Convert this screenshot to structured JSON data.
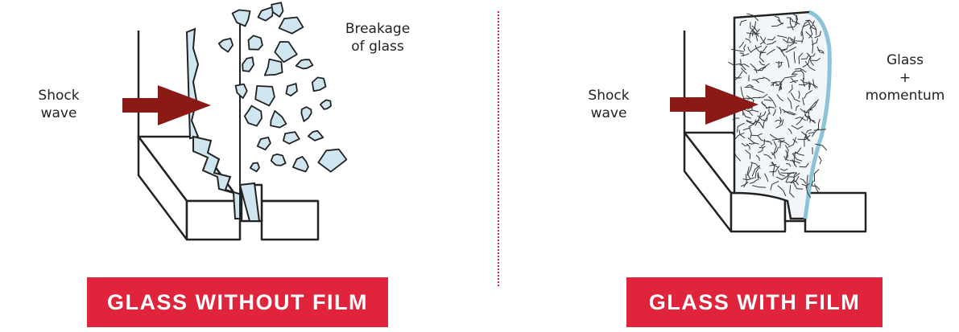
{
  "colors": {
    "banner": "#e0243c",
    "arrow": "#8b1a17",
    "glass": "#cfe6f0",
    "divider": "#e0243c"
  },
  "left_panel": {
    "shock_label_line1": "Shock",
    "shock_label_line2": "wave",
    "breakage_line1": "Breakage",
    "breakage_line2": "of glass",
    "banner_text": "GLASS WITHOUT FILM"
  },
  "right_panel": {
    "shock_label_line1": "Shock",
    "shock_label_line2": "wave",
    "result_line1": "Glass",
    "result_line2": "+",
    "result_line3": "momentum",
    "banner_text": "GLASS WITH FILM"
  }
}
